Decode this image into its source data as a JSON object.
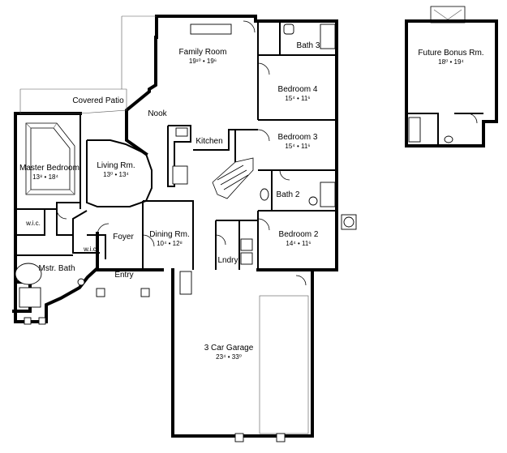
{
  "rooms": {
    "family_room": {
      "name": "Family Room",
      "dims": "19¹⁰ • 19⁶"
    },
    "covered_patio": {
      "name": "Covered Patio"
    },
    "nook": {
      "name": "Nook"
    },
    "kitchen": {
      "name": "Kitchen"
    },
    "bath3": {
      "name": "Bath 3"
    },
    "bedroom4": {
      "name": "Bedroom 4",
      "dims": "15⁴ • 11⁶"
    },
    "bedroom3": {
      "name": "Bedroom 3",
      "dims": "15⁴ • 11⁶"
    },
    "bath2": {
      "name": "Bath 2"
    },
    "bedroom2": {
      "name": "Bedroom 2",
      "dims": "14⁴ • 11⁶"
    },
    "master_bedroom": {
      "name": "Master Bedroom",
      "dims": "13⁸ • 18⁴"
    },
    "living_room": {
      "name": "Living Rm.",
      "dims": "13⁰ • 13⁴"
    },
    "wic1": {
      "name": "w.i.c."
    },
    "wic2": {
      "name": "w.i.c."
    },
    "foyer": {
      "name": "Foyer"
    },
    "dining_room": {
      "name": "Dining Rm.",
      "dims": "10⁴ • 12⁸"
    },
    "laundry": {
      "name": "Lndry"
    },
    "master_bath": {
      "name": "Mstr. Bath"
    },
    "entry": {
      "name": "Entry"
    },
    "garage": {
      "name": "3 Car Garage",
      "dims": "23⁴ • 33⁰"
    },
    "bonus_room": {
      "name": "Future Bonus Rm.",
      "dims": "18⁰ • 19⁴"
    }
  },
  "colors": {
    "wall": "#000000",
    "background": "#ffffff"
  }
}
